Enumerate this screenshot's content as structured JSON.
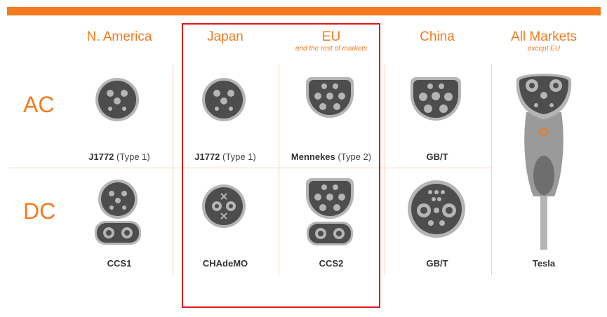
{
  "columns": [
    {
      "name": "N. America",
      "sub": ""
    },
    {
      "name": "Japan",
      "sub": ""
    },
    {
      "name": "EU",
      "sub": "and the rest of markets"
    },
    {
      "name": "China",
      "sub": ""
    },
    {
      "name": "All Markets",
      "sub": "except EU"
    }
  ],
  "rows": [
    "AC",
    "DC"
  ],
  "ac_plugs": [
    {
      "bold": "J1772",
      "rest": " (Type 1)",
      "icon": "j1772-connector-icon"
    },
    {
      "bold": "J1772",
      "rest": " (Type 1)",
      "icon": "j1772-connector-icon"
    },
    {
      "bold": "Mennekes",
      "rest": " (Type 2)",
      "icon": "mennekes-connector-icon"
    },
    {
      "bold": "GB/T",
      "rest": "",
      "icon": "gbt-ac-connector-icon"
    }
  ],
  "dc_plugs": [
    {
      "bold": "CCS1",
      "rest": "",
      "icon": "ccs1-connector-icon"
    },
    {
      "bold": "CHAdeMO",
      "rest": "",
      "icon": "chademo-connector-icon"
    },
    {
      "bold": "CCS2",
      "rest": "",
      "icon": "ccs2-connector-icon"
    },
    {
      "bold": "GB/T",
      "rest": "",
      "icon": "gbt-dc-connector-icon"
    }
  ],
  "tesla": {
    "bold": "Tesla",
    "icon": "tesla-connector-icon"
  },
  "colors": {
    "accent": "#f47a20",
    "highlight": "#e01616",
    "plug": "#4d4d4d",
    "plug_rim": "#b5b5b5"
  }
}
